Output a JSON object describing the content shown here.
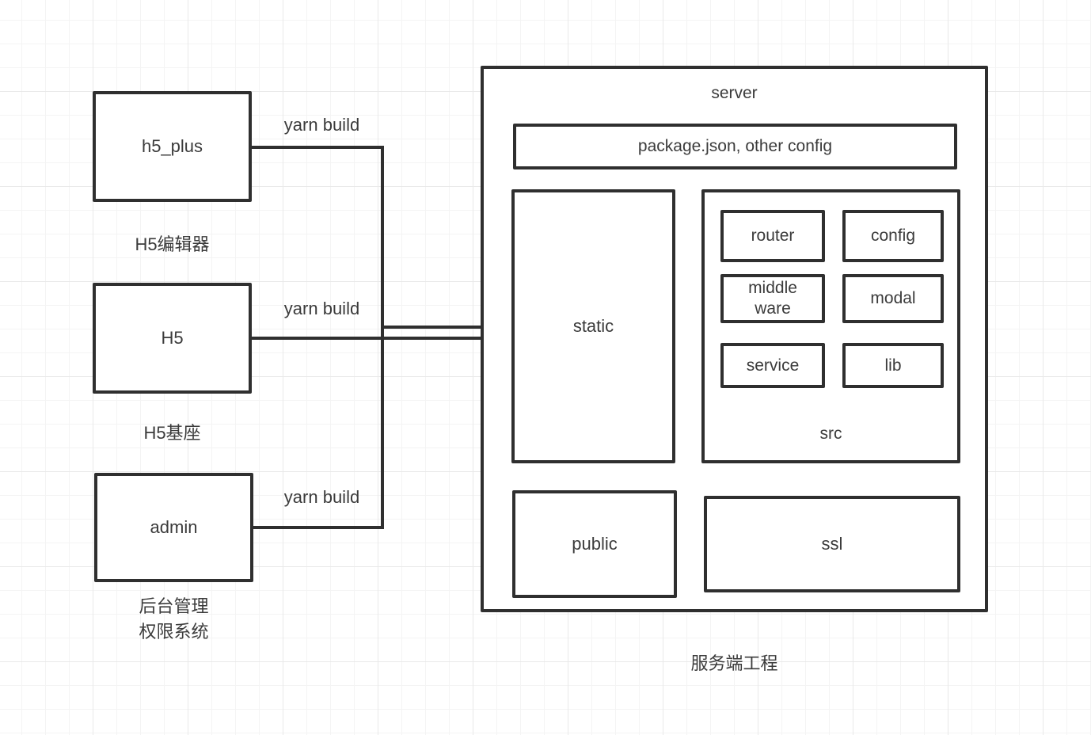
{
  "colors": {
    "stroke": "#2f2f2f",
    "text": "#3b3b3b",
    "grid_minor": "#f4f4f4",
    "grid_major": "#e9e9e9",
    "background": "#ffffff"
  },
  "clients": [
    {
      "box_label": "h5_plus",
      "caption": "H5编辑器",
      "edge_label": "yarn build"
    },
    {
      "box_label": "H5",
      "caption": "H5基座",
      "edge_label": "yarn build"
    },
    {
      "box_label": "admin",
      "caption_line1": "后台管理",
      "caption_line2": "权限系统",
      "edge_label": "yarn build"
    }
  ],
  "server": {
    "title": "server",
    "config_box_label": "package.json, other config",
    "static_label": "static",
    "src_label": "src",
    "modules": {
      "router": "router",
      "config": "config",
      "middleware": "middle ware",
      "modal": "modal",
      "service": "service",
      "lib": "lib"
    },
    "public_label": "public",
    "ssl_label": "ssl",
    "caption": "服务端工程"
  }
}
